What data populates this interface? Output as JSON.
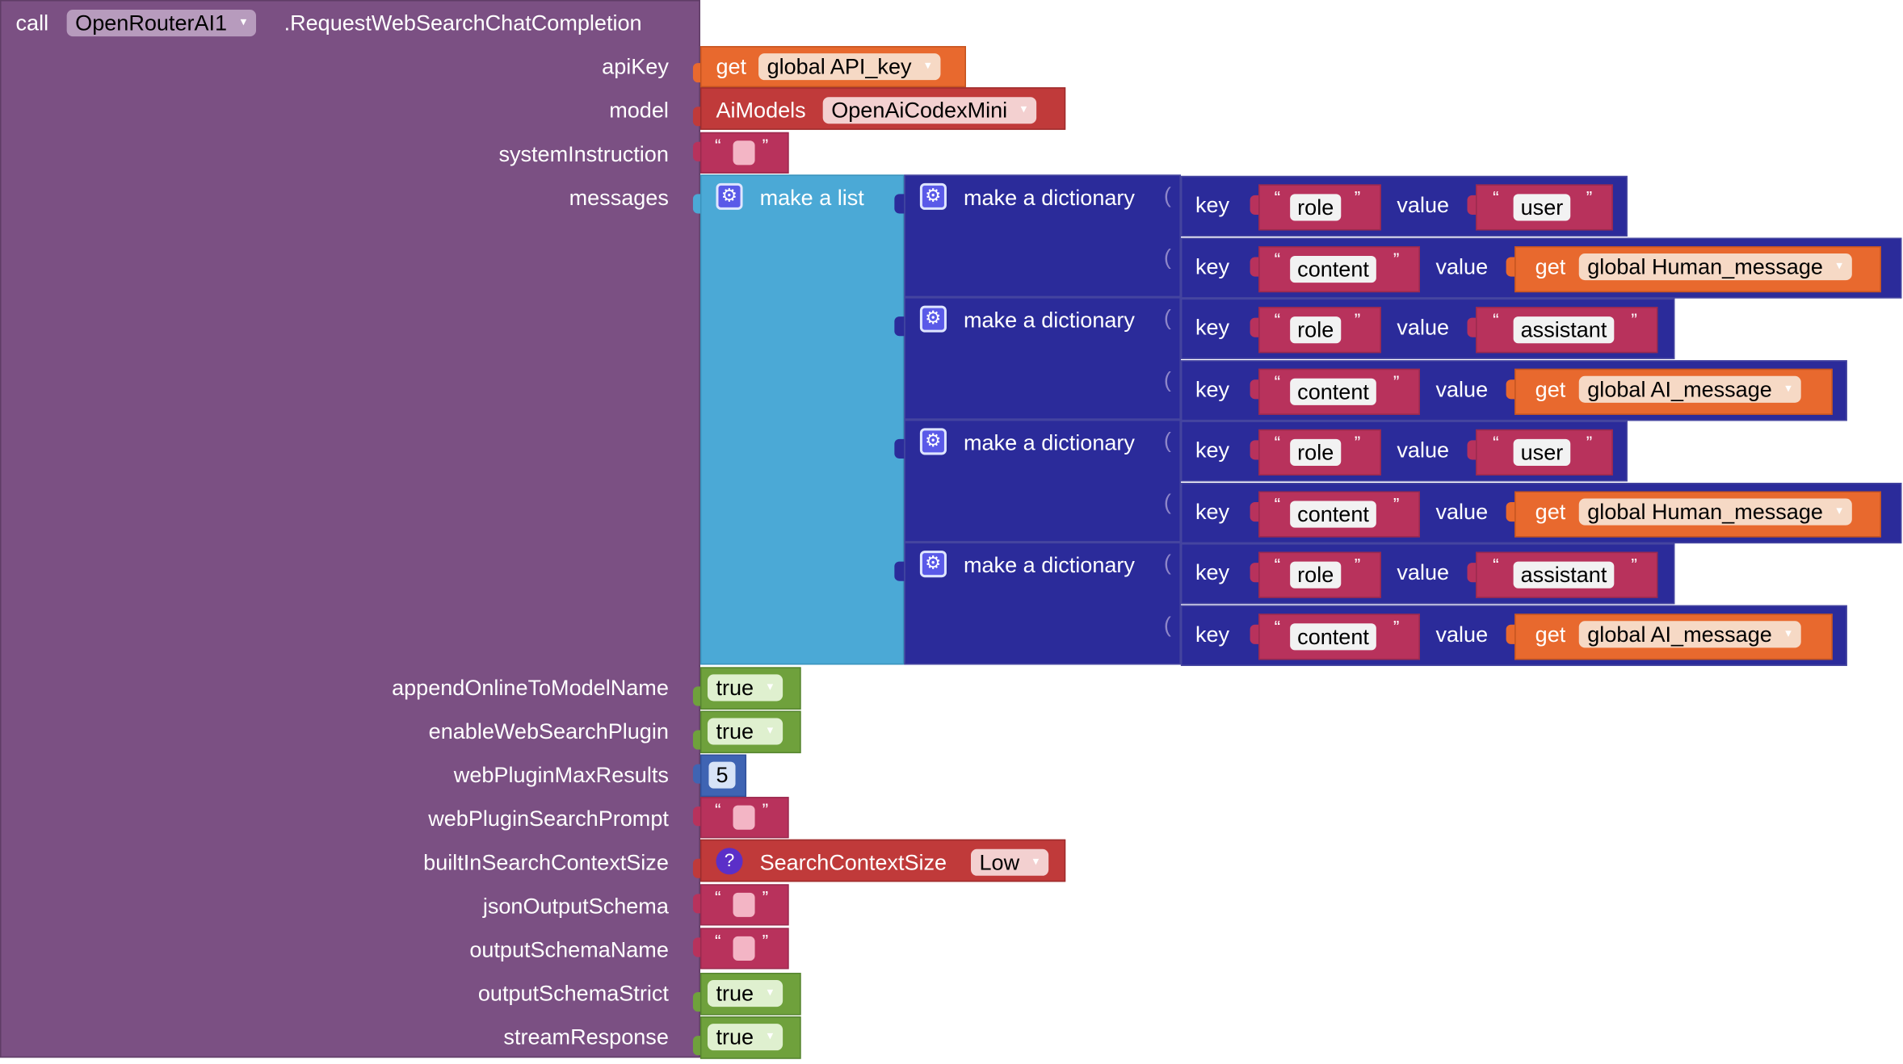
{
  "colors": {
    "component": "#7b5083",
    "component_border": "#5f3d66",
    "list": "#4ba9d6",
    "dictionary": "#2b2b9a",
    "dictionary_border": "#45459f",
    "text": "#b8325c",
    "logic": "#6fa13c",
    "math": "#3f64b3",
    "variable": "#e8692e",
    "enum": "#c03a3a",
    "field": "#f2f2f2",
    "text_slot": "#f3b5c5",
    "logic_field": "#dff0cf",
    "math_field": "#d7e3f7",
    "variable_field": "#f6d9c5",
    "enum_field": "#f3d0d0"
  },
  "method_block": {
    "call_label": "call",
    "component": "OpenRouterAI1",
    "method": ".RequestWebSearchChatCompletion",
    "sockets": [
      {
        "label": "apiKey"
      },
      {
        "label": "model"
      },
      {
        "label": "systemInstruction"
      },
      {
        "label": "messages"
      },
      {
        "label": "appendOnlineToModelName"
      },
      {
        "label": "enableWebSearchPlugin"
      },
      {
        "label": "webPluginMaxResults"
      },
      {
        "label": "webPluginSearchPrompt"
      },
      {
        "label": "builtInSearchContextSize"
      },
      {
        "label": "jsonOutputSchema"
      },
      {
        "label": "outputSchemaName"
      },
      {
        "label": "outputSchemaStrict"
      },
      {
        "label": "streamResponse"
      }
    ]
  },
  "api_key_block": {
    "get_label": "get",
    "variable": "global API_key"
  },
  "model_block": {
    "label": "AiModels",
    "value": "OpenAiCodexMini"
  },
  "list_block": {
    "label": "make a list"
  },
  "dictionaries": [
    {
      "label": "make a dictionary",
      "pairs": [
        {
          "key_label": "key",
          "key": "role",
          "value_label": "value",
          "value_kind": "text",
          "value": "user"
        },
        {
          "key_label": "key",
          "key": "content",
          "value_label": "value",
          "value_kind": "get",
          "get_label": "get",
          "value": "global Human_message"
        }
      ]
    },
    {
      "label": "make a dictionary",
      "pairs": [
        {
          "key_label": "key",
          "key": "role",
          "value_label": "value",
          "value_kind": "text",
          "value": "assistant"
        },
        {
          "key_label": "key",
          "key": "content",
          "value_label": "value",
          "value_kind": "get",
          "get_label": "get",
          "value": "global AI_message"
        }
      ]
    },
    {
      "label": "make a dictionary",
      "pairs": [
        {
          "key_label": "key",
          "key": "role",
          "value_label": "value",
          "value_kind": "text",
          "value": "user"
        },
        {
          "key_label": "key",
          "key": "content",
          "value_label": "value",
          "value_kind": "get",
          "get_label": "get",
          "value": "global Human_message"
        }
      ]
    },
    {
      "label": "make a dictionary",
      "pairs": [
        {
          "key_label": "key",
          "key": "role",
          "value_label": "value",
          "value_kind": "text",
          "value": "assistant"
        },
        {
          "key_label": "key",
          "key": "content",
          "value_label": "value",
          "value_kind": "get",
          "get_label": "get",
          "value": "global AI_message"
        }
      ]
    }
  ],
  "bool_values": {
    "appendOnlineToModelName": "true",
    "enableWebSearchPlugin": "true",
    "outputSchemaStrict": "true",
    "streamResponse": "true"
  },
  "max_results": "5",
  "search_context_block": {
    "help_icon": "question-mark-icon",
    "label": "SearchContextSize",
    "value": "Low"
  },
  "quote_open": "“",
  "quote_close": "”",
  "dropdown_arrow": "▾",
  "gear_glyph": "⚙",
  "help_glyph": "?",
  "bracket": "("
}
